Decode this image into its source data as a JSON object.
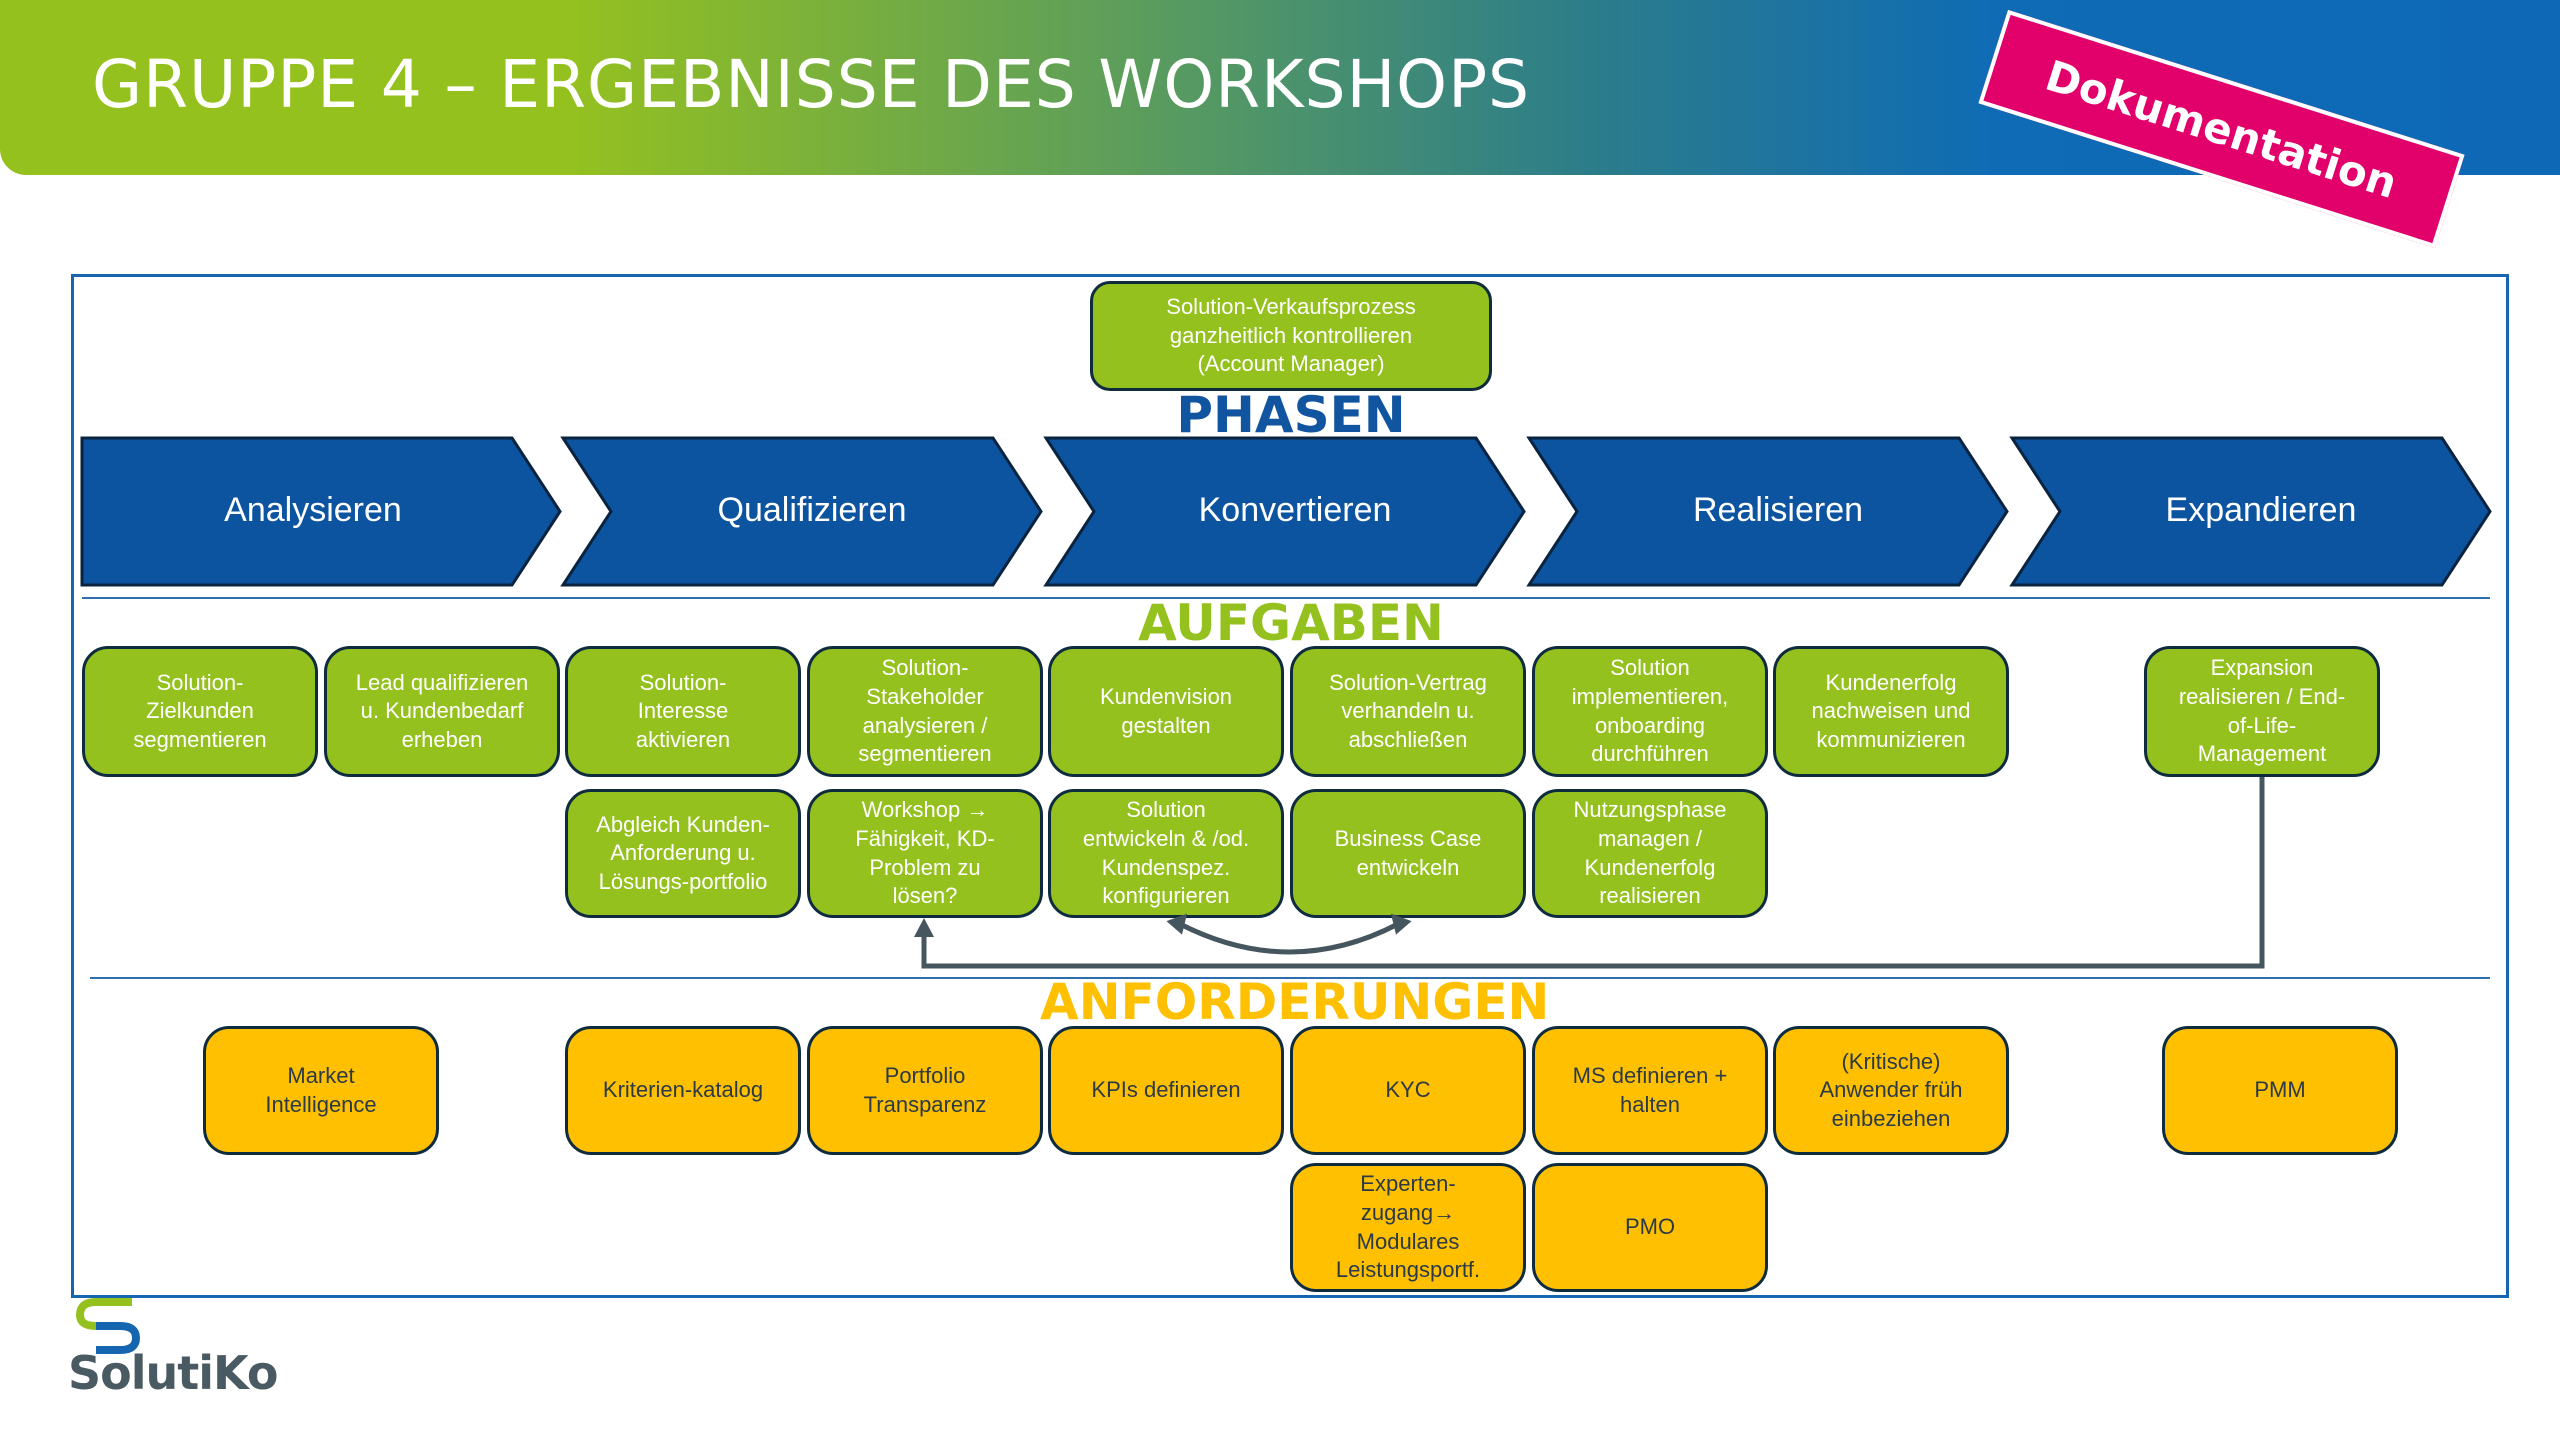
{
  "header": {
    "title": "GRUPPE 4 – ERGEBNISSE DES WORKSHOPS",
    "stamp": "Dokumentation",
    "gradient_start": "#95c11f",
    "gradient_end": "#0e68b6",
    "stamp_color": "#e2006a"
  },
  "top_box": {
    "text": "Solution-Verkaufsprozess\nganzheitlich kontrollieren\n(Account Manager)"
  },
  "sections": {
    "phases_title": "PHASEN",
    "tasks_title": "AUFGABEN",
    "requirements_title": "ANFORDERUNGEN",
    "phases_color": "#1155a0",
    "tasks_color": "#95c11f",
    "requirements_color": "#fec000"
  },
  "phases": [
    {
      "label": "Analysieren"
    },
    {
      "label": "Qualifizieren"
    },
    {
      "label": "Konvertieren"
    },
    {
      "label": "Realisieren"
    },
    {
      "label": "Expandieren"
    }
  ],
  "tasks": {
    "row1": [
      {
        "text": "Solution-\nZielkunden\nsegmentieren"
      },
      {
        "text": "Lead qualifizieren\nu. Kundenbedarf\nerheben"
      },
      {
        "text": "Solution-\nInteresse\naktivieren"
      },
      {
        "text": "Solution-\nStakeholder\nanalysieren /\nsegmentieren"
      },
      {
        "text": "Kundenvision\ngestalten"
      },
      {
        "text": "Solution-Vertrag\nverhandeln u.\nabschließen"
      },
      {
        "text": "Solution\nimplementieren,\nonboarding\ndurchführen"
      },
      {
        "text": "Kundenerfolg\nnachweisen und\nkommunizieren"
      },
      {
        "text": "Expansion\nrealisieren / End-\nof-Life-\nManagement"
      }
    ],
    "row2": [
      {
        "text": "Abgleich Kunden-\nAnforderung u.\nLösungs-portfolio"
      },
      {
        "text": "Workshop →\nFähigkeit, KD-\nProblem zu\nlösen?"
      },
      {
        "text": "Solution\nentwickeln & /od.\nKundenspez.\nkonfigurieren"
      },
      {
        "text": "Business Case\nentwickeln"
      },
      {
        "text": "Nutzungsphase\nmanagen /\nKundenerfolg\nrealisieren"
      }
    ]
  },
  "requirements": {
    "row1": [
      {
        "text": "Market\nIntelligence"
      },
      {
        "text": "Kriterien-katalog"
      },
      {
        "text": "Portfolio\nTransparenz"
      },
      {
        "text": "KPIs definieren"
      },
      {
        "text": "KYC"
      },
      {
        "text": "MS definieren +\nhalten"
      },
      {
        "text": "(Kritische)\nAnwender früh\neinbeziehen"
      },
      {
        "text": "PMM"
      }
    ],
    "row2": [
      {
        "text": "Experten-\nzugang→\nModulares\nLeistungsportf."
      },
      {
        "text": "PMO"
      }
    ]
  },
  "logo": {
    "text": "SolutiKo"
  }
}
